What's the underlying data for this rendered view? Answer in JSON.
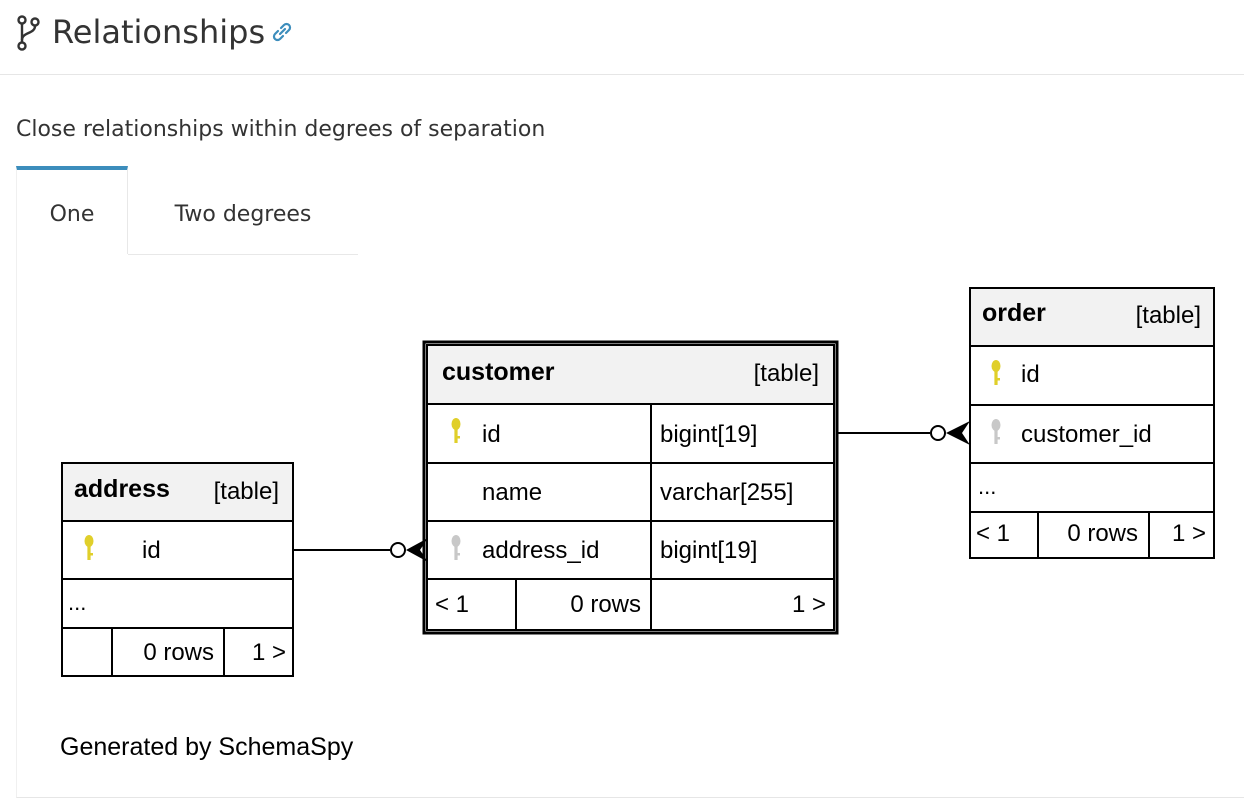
{
  "header": {
    "title": "Relationships"
  },
  "subtitle": "Close relationships within degrees of separation",
  "tabs": {
    "one": "One",
    "two": "Two degrees"
  },
  "diagram": {
    "customer": {
      "name": "customer",
      "kind": "[table]",
      "columns": [
        {
          "name": "id",
          "type": "bigint[19]"
        },
        {
          "name": "name",
          "type": "varchar[255]"
        },
        {
          "name": "address_id",
          "type": "bigint[19]"
        }
      ],
      "footer": {
        "parents": "< 1",
        "rows": "0 rows",
        "children": "1 >"
      }
    },
    "address": {
      "name": "address",
      "kind": "[table]",
      "columns": [
        {
          "name": "id"
        }
      ],
      "ellipsis": "...",
      "footer": {
        "parents": "",
        "rows": "0 rows",
        "children": "1 >"
      }
    },
    "order": {
      "name": "order",
      "kind": "[table]",
      "columns": [
        {
          "name": "id"
        },
        {
          "name": "customer_id"
        }
      ],
      "ellipsis": "...",
      "footer": {
        "parents": "< 1",
        "rows": "0 rows",
        "children": "1 >"
      }
    },
    "generated_by": "Generated by SchemaSpy"
  },
  "colors": {
    "accent": "#3c8dbc",
    "primary_key": "#e0cf2a",
    "foreign_key": "#c8c8c8",
    "table_header_bg": "#f2f2f2"
  },
  "icons": {
    "title": "code-branch-icon",
    "link": "link-icon",
    "primary_key": "key-icon",
    "foreign_key": "key-icon"
  }
}
